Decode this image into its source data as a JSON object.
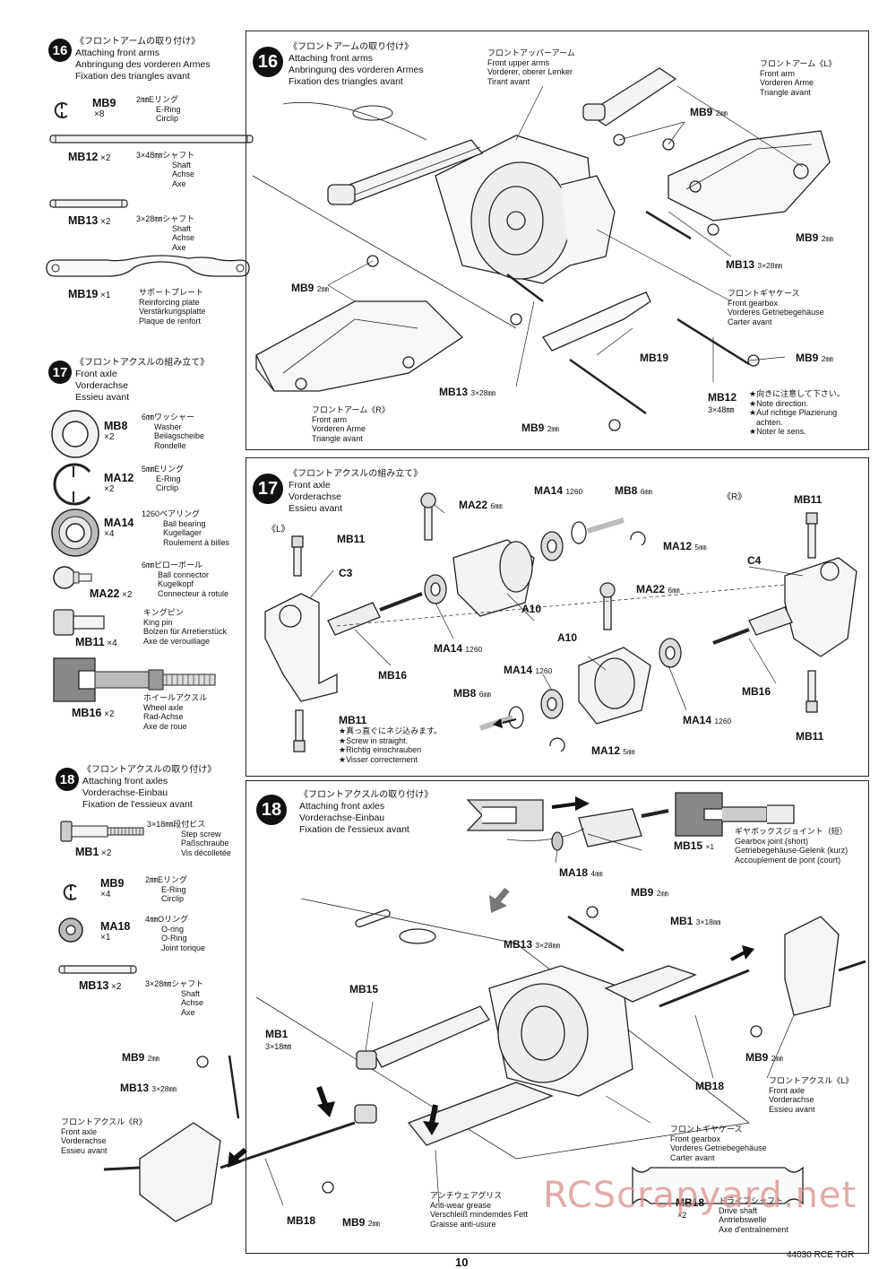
{
  "left": {
    "s16": {
      "num": "16",
      "title_jp": "《フロントアームの取り付け》",
      "en": "Attaching front arms",
      "de": "Anbringung des vorderen Armes",
      "fr": "Fixation des triangles avant",
      "parts": [
        {
          "code": "MB9",
          "qty": "×8",
          "jp": "2㎜Eリング",
          "l1": "E-Ring",
          "l2": "Circlip",
          "l3": ""
        },
        {
          "code": "MB12",
          "qty": "×2",
          "jp": "3×48㎜シャフト",
          "l1": "Shaft",
          "l2": "Achse",
          "l3": "Axe"
        },
        {
          "code": "MB13",
          "qty": "×2",
          "jp": "3×28㎜シャフト",
          "l1": "Shaft",
          "l2": "Achse",
          "l3": "Axe"
        },
        {
          "code": "MB19",
          "qty": "×1",
          "jp": "サポートプレート",
          "l1": "Reinforcing plate",
          "l2": "Verstärkungsplatte",
          "l3": "Plaque de renfort"
        }
      ]
    },
    "s17": {
      "num": "17",
      "title_jp": "《フロントアクスルの組み立て》",
      "en": "Front axle",
      "de": "Vorderachse",
      "fr": "Essieu avant",
      "parts": [
        {
          "code": "MB8",
          "qty": "×2",
          "jp": "6㎜ワッシャー",
          "l1": "Washer",
          "l2": "Beilagscheibe",
          "l3": "Rondelle"
        },
        {
          "code": "MA12",
          "qty": "×2",
          "jp": "5㎜Eリング",
          "l1": "E-Ring",
          "l2": "Circlip",
          "l3": ""
        },
        {
          "code": "MA14",
          "qty": "×4",
          "jp": "1260ベアリング",
          "l1": "Ball bearing",
          "l2": "Kugellager",
          "l3": "Roulement à billes"
        },
        {
          "code": "MA22",
          "qty": "×2",
          "jp": "6㎜ピローボール",
          "l1": "Ball connector",
          "l2": "Kugelkopf",
          "l3": "Connecteur à rotule"
        },
        {
          "code": "MB11",
          "qty": "×4",
          "jp": "キングピン",
          "l1": "King pin",
          "l2": "Bolzen für Arretierstück",
          "l3": "Axe de verouillage"
        },
        {
          "code": "MB16",
          "qty": "×2",
          "jp": "ホイールアクスル",
          "l1": "Wheel axle",
          "l2": "Rad-Achse",
          "l3": "Axe de roue"
        }
      ]
    },
    "s18": {
      "num": "18",
      "title_jp": "《フロントアクスルの取り付け》",
      "en": "Attaching front axles",
      "de": "Vorderachse-Einbau",
      "fr": "Fixation de l'essieux avant",
      "parts": [
        {
          "code": "MB1",
          "qty": "×2",
          "jp": "3×18㎜段付ビス",
          "l1": "Step screw",
          "l2": "Paßschraube",
          "l3": "Vis décolletée"
        },
        {
          "code": "MB9",
          "qty": "×4",
          "jp": "2㎜Eリング",
          "l1": "E-Ring",
          "l2": "Circlip",
          "l3": ""
        },
        {
          "code": "MA18",
          "qty": "×1",
          "jp": "4㎜Oリング",
          "l1": "O-ring",
          "l2": "O-Ring",
          "l3": "Joint torique"
        },
        {
          "code": "MB13",
          "qty": "×2",
          "jp": "3×28㎜シャフト",
          "l1": "Shaft",
          "l2": "Achse",
          "l3": "Axe"
        }
      ]
    }
  },
  "panel16": {
    "num": "16",
    "title_jp": "《フロントアームの取り付け》",
    "en": "Attaching front arms",
    "de": "Anbringung des vorderen Armes",
    "fr": "Fixation des triangles avant",
    "upper_arm": {
      "jp": "フロントアッパーアーム",
      "en": "Front upper arms",
      "de": "Vorderer, oberer Lenker",
      "fr": "Tirant avant"
    },
    "arm_l": {
      "jp": "フロントアーム《L》",
      "en": "Front arm",
      "de": "Vorderen Arme",
      "fr": "Triangle avant"
    },
    "arm_r": {
      "jp": "フロントアーム《R》",
      "en": "Front arm",
      "de": "Vorderen Arme",
      "fr": "Triangle avant"
    },
    "gearbox": {
      "jp": "フロントギヤケース",
      "en": "Front gearbox",
      "de": "Vorderes Getriebegehäuse",
      "fr": "Carter avant"
    },
    "mb9": "MB9",
    "mm2": "2㎜",
    "mb13": "MB13",
    "mb13_size": "3×28㎜",
    "mb19": "MB19",
    "mb12": "MB12",
    "mb12_size": "3×48㎜",
    "note": [
      "★向きに注意して下さい。",
      "★Note direction.",
      "★Auf richtige Plazierung",
      "achten.",
      "★Noter le sens."
    ]
  },
  "panel17": {
    "num": "17",
    "title_jp": "《フロントアクスルの組み立て》",
    "en": "Front axle",
    "de": "Vorderachse",
    "fr": "Essieu avant",
    "left": "《L》",
    "right": "《R》",
    "mb11": "MB11",
    "c3": "C3",
    "c4": "C4",
    "ma22": "MA22",
    "mm6": "6㎜",
    "ma14": "MA14",
    "size1260": "1260",
    "mb8": "MB8",
    "ma12": "MA12",
    "mm5": "5㎜",
    "a10": "A10",
    "mb16": "MB16",
    "note": [
      "★真っ直ぐにネジ込みます。",
      "★Screw in straight.",
      "★Richtig einschrauben",
      "★Visser correctement"
    ]
  },
  "panel18": {
    "num": "18",
    "title_jp": "《フロントアクスルの取り付け》",
    "en": "Attaching front axles",
    "de": "Vorderachse-Einbau",
    "fr": "Fixation de l'essieux avant",
    "mb15": "MB15",
    "mb15_qty": "×1",
    "gbjoint": {
      "jp": "ギヤボックスジョイント（短）",
      "en": "Gearbox joint (short)",
      "de": "Getriebegehäuse-Gelenk (kurz)",
      "fr": "Accouplement de pont (court)"
    },
    "ma18": "MA18",
    "mm4": "4㎜",
    "mb9": "MB9",
    "mm2": "2㎜",
    "mb1": "MB1",
    "mb1_size": "3×18㎜",
    "mb13": "MB13",
    "mb13_size": "3×28㎜",
    "mb18": "MB18",
    "mb18_qty": "×2",
    "axle_l": {
      "jp": "フロントアクスル《L》",
      "en": "Front axle",
      "de": "Vorderachse",
      "fr": "Essieu avant"
    },
    "axle_r": {
      "jp": "フロントアクスル《R》",
      "en": "Front axle",
      "de": "Vorderachse",
      "fr": "Essieu avant"
    },
    "gearbox": {
      "jp": "フロントギヤケース",
      "en": "Front gearbox",
      "de": "Vorderes Getriebegehäuse",
      "fr": "Carter avant"
    },
    "grease": {
      "jp": "アンチウェアグリス",
      "en": "Anti-wear grease",
      "de": "Verschleiß mindemdes Fett",
      "fr": "Graisse anti-usure"
    },
    "driveshaft": {
      "jp": "ドライブシャフト",
      "en": "Drive shaft",
      "de": "Antriebswelle",
      "fr": "Axe d'entraînement"
    }
  },
  "footer": {
    "page": "10",
    "model": "44030 RCE TGR"
  },
  "watermark": "RCScrapyard.net"
}
